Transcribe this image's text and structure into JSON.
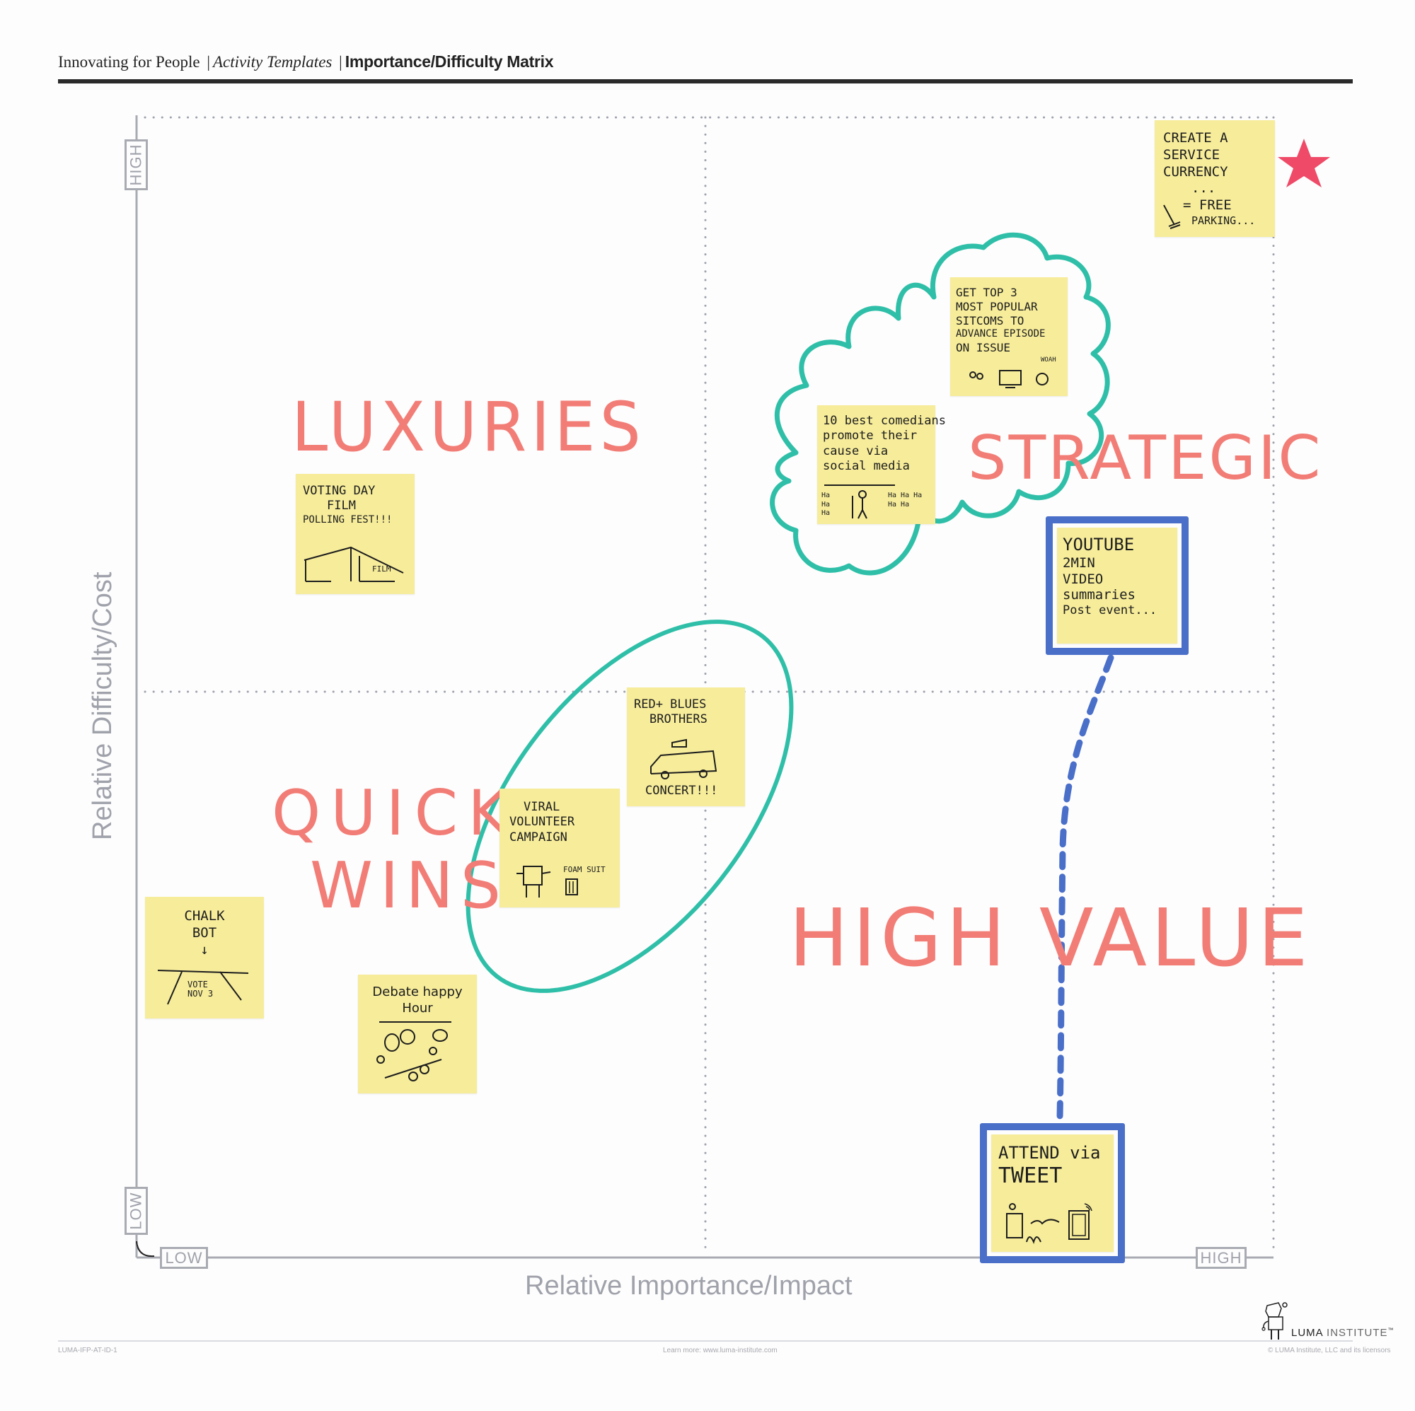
{
  "header": {
    "brand": "Innovating for People",
    "section": "Activity Templates",
    "title": "Importance/Difficulty Matrix",
    "separator": "|"
  },
  "axes": {
    "x_title": "Relative Importance/Impact",
    "y_title": "Relative Difficulty/Cost",
    "x_low": "LOW",
    "x_high": "HIGH",
    "y_low": "LOW",
    "y_high": "HIGH"
  },
  "quadrants": {
    "top_left": "LUXURIES",
    "top_right": "STRATEGIC",
    "bottom_left_line1": "QUICK",
    "bottom_left_line2": "WINS",
    "bottom_right": "HIGH VALUE"
  },
  "colors": {
    "sticky": "#f6ec9a",
    "quadrant_label": "#f27d76",
    "teal_marker": "#2fbfa8",
    "blue_marker": "#4a6fc9",
    "star": "#ef4a67",
    "axis_gray": "#a9abb3"
  },
  "stickies": {
    "service_currency": {
      "lines": [
        "CREATE A",
        "SERVICE",
        "CURRENCY",
        "...",
        "= FREE",
        "PARKING..."
      ],
      "starred": true,
      "doodle": "broom-and-leaves"
    },
    "sitcoms": {
      "lines": [
        "GET TOP 3",
        "MOST POPULAR",
        "SITCOMS TO",
        "ADVANCE EPISODE",
        "ON ISSUE"
      ],
      "annotation": "WOAH",
      "doodle": "people-tv-viewer"
    },
    "comedians": {
      "lines": [
        "10 best comedians",
        "promote their",
        "cause via",
        "social media"
      ],
      "annotation_left": "Ha Ha Ha",
      "annotation_right": "Ha Ha Ha Ha Ha",
      "doodle": "comedian-with-mic"
    },
    "youtube": {
      "lines": [
        "YOUTUBE",
        "2MIN",
        "VIDEO",
        "summaries",
        "Post event..."
      ],
      "framed": true
    },
    "voting_day": {
      "lines": [
        "VOTING DAY",
        "FILM",
        "POLLING FEST!!!"
      ],
      "annotation": "FILM",
      "doodle": "tent-with-crowd"
    },
    "red_blues": {
      "lines": [
        "RED+ BLUES",
        "BROTHERS"
      ],
      "footer": "CONCERT!!!",
      "doodle": "van-with-megaphone"
    },
    "viral": {
      "lines": [
        "VIRAL",
        "VOLUNTEER",
        "CAMPAIGN"
      ],
      "annotation": "FOAM SUIT",
      "doodle": "foam-suit-character"
    },
    "chalk_bot": {
      "lines": [
        "CHALK",
        "BOT",
        "↓"
      ],
      "road_text": [
        "VOTE",
        "NOV 3"
      ],
      "doodle": "road-with-arrow"
    },
    "debate": {
      "lines": [
        "Debate happy",
        "Hour"
      ],
      "doodle": "people-at-table-speech-bubbles"
    },
    "attend_tweet": {
      "lines": [
        "ATTEND via",
        "TWEET"
      ],
      "framed": true,
      "doodle": "speaker-audience-phone"
    }
  },
  "connector": {
    "from": "youtube",
    "to": "attend_tweet",
    "style": "dashed"
  },
  "footer": {
    "code": "LUMA-IFP-AT-ID-1",
    "learn_more": "Learn more: www.luma-institute.com",
    "copyright": "© LUMA Institute, LLC and its licensors",
    "logo_bold": "LUMA",
    "logo_light": "INSTITUTE",
    "trademark": "™"
  }
}
